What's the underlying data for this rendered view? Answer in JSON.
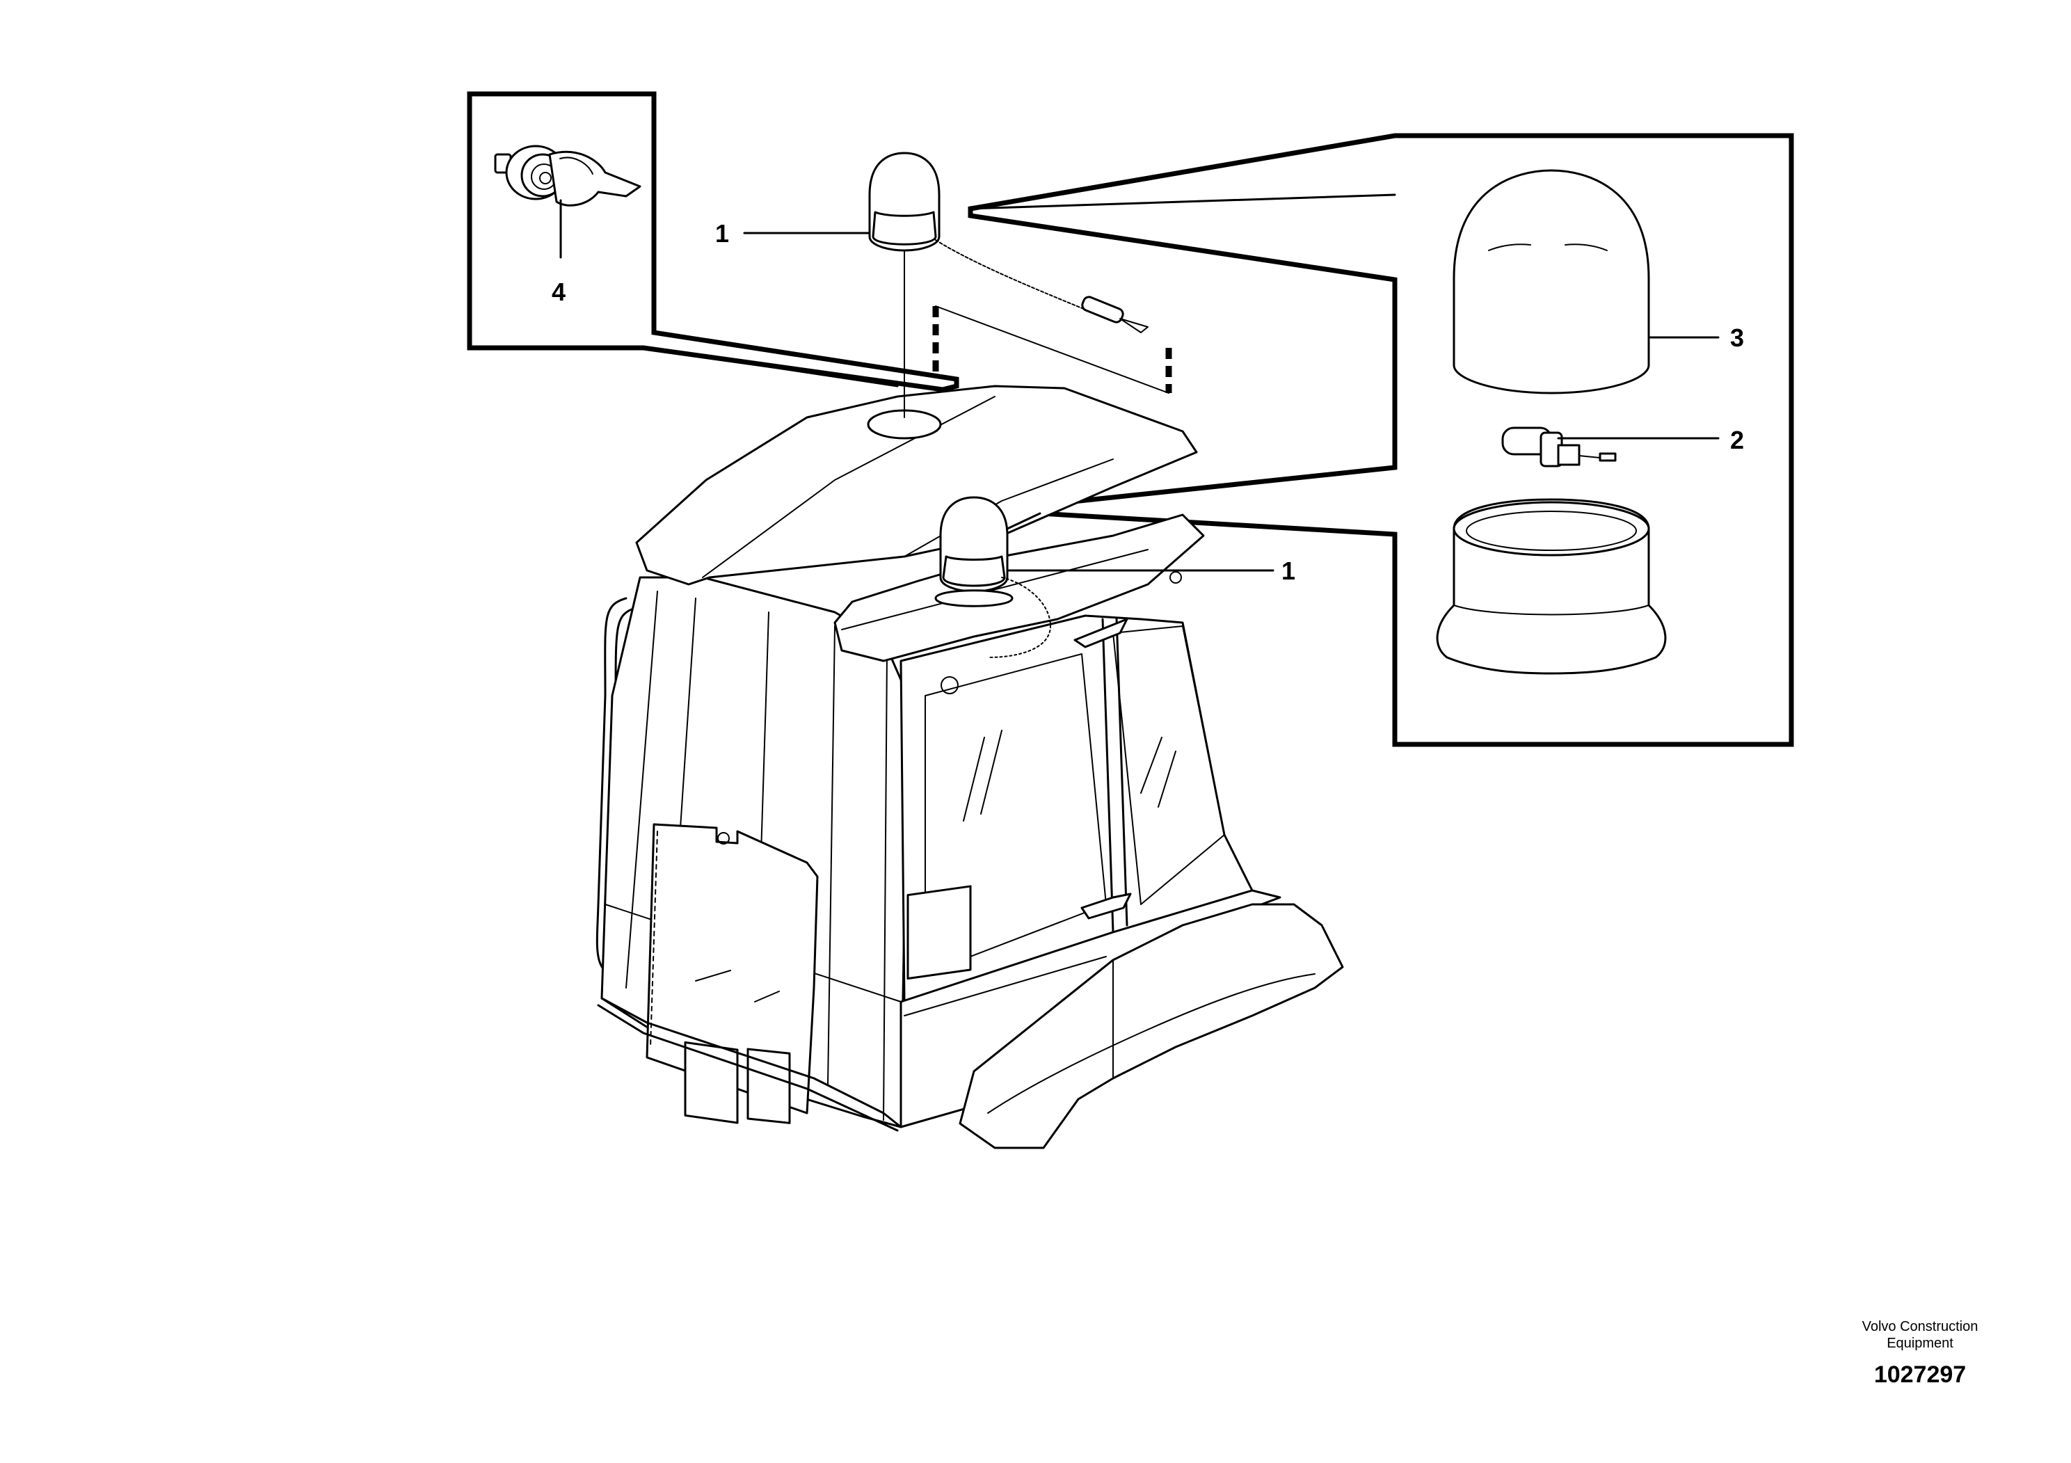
{
  "callouts": [
    {
      "id": "callout-1-top",
      "label": "1"
    },
    {
      "id": "callout-1-front",
      "label": "1"
    },
    {
      "id": "callout-2",
      "label": "2"
    },
    {
      "id": "callout-3",
      "label": "3"
    },
    {
      "id": "callout-4",
      "label": "4"
    }
  ],
  "credit": {
    "company_line1": "Volvo Construction",
    "company_line2": "Equipment",
    "figure_number": "1027297"
  }
}
